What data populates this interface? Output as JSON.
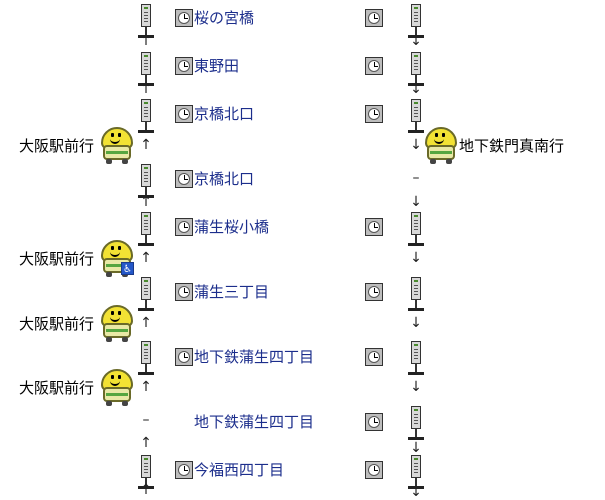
{
  "arrows": {
    "up": "↑",
    "down": "↓",
    "none": "–"
  },
  "stops": [
    {
      "name": "桜の宮橋"
    },
    {
      "name": "東野田"
    },
    {
      "name": "京橋北口"
    },
    {
      "name": "京橋北口"
    },
    {
      "name": "蒲生桜小橋"
    },
    {
      "name": "蒲生三丁目"
    },
    {
      "name": "地下鉄蒲生四丁目"
    },
    {
      "name": "地下鉄蒲生四丁目"
    },
    {
      "name": "今福西四丁目"
    }
  ],
  "buses": [
    {
      "destination": "大阪駅前行",
      "direction": "up"
    },
    {
      "destination": "地下鉄門真南行",
      "direction": "down"
    },
    {
      "destination": "大阪駅前行",
      "direction": "up",
      "accessible": true
    },
    {
      "destination": "大阪駅前行",
      "direction": "up"
    },
    {
      "destination": "大阪駅前行",
      "direction": "up"
    }
  ],
  "icons": {
    "bus_stop": "bus-stop-pole-icon",
    "timetable": "clock-icon",
    "bus": "bus-character-icon",
    "wheelchair": "wheelchair-icon"
  }
}
